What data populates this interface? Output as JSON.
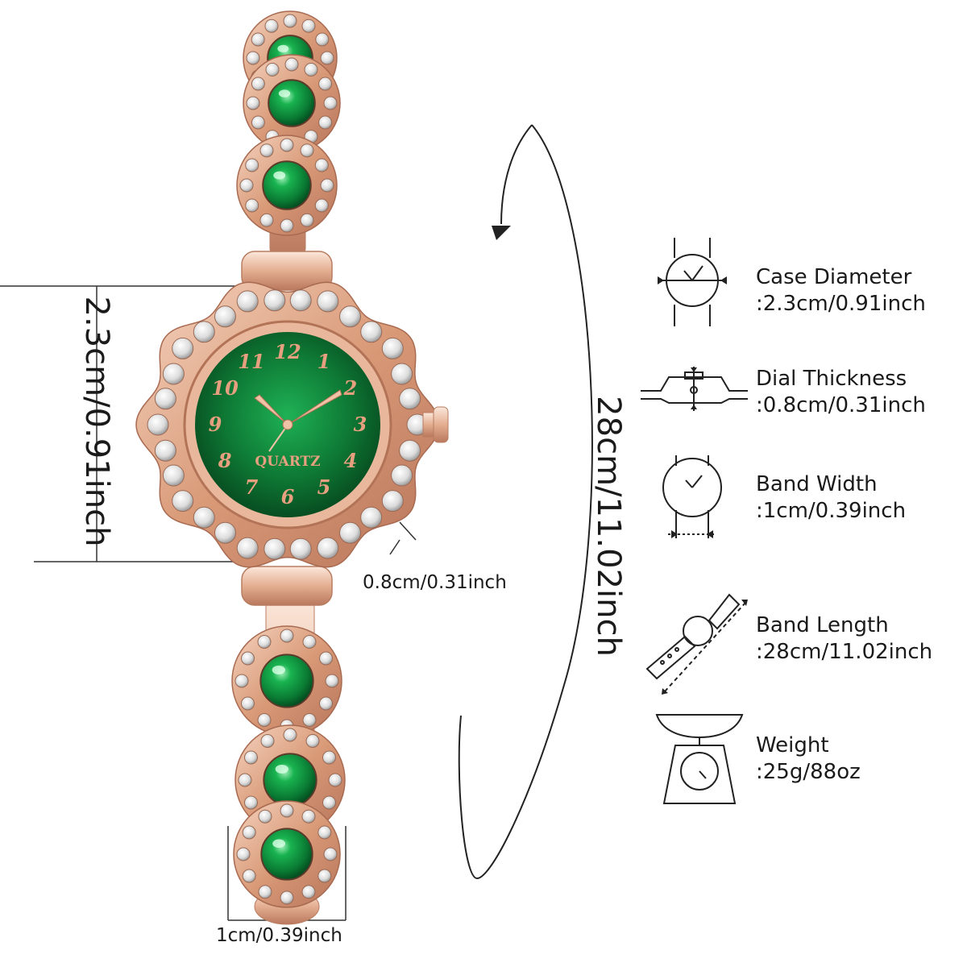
{
  "dimensions": {
    "case_height": "2.3cm/0.91inch",
    "thickness": "0.8cm/0.31inch",
    "band_width": "1cm/0.39inch",
    "total_length": "28cm/11.02inch"
  },
  "watch": {
    "brand_text": "QUARTZ",
    "numerals": [
      "12",
      "1",
      "2",
      "3",
      "4",
      "5",
      "6",
      "7",
      "8",
      "9",
      "10",
      "11"
    ],
    "colors": {
      "dial": "#0e7a35",
      "rose_gold": "#e6b59a",
      "gem": "#0a8a3c"
    }
  },
  "specs": [
    {
      "icon": "case-diameter-icon",
      "label": "Case Diameter",
      "value": ":2.3cm/0.91inch"
    },
    {
      "icon": "dial-thickness-icon",
      "label": "Dial Thickness",
      "value": ":0.8cm/0.31inch"
    },
    {
      "icon": "band-width-icon",
      "label": "Band Width",
      "value": ":1cm/0.39inch"
    },
    {
      "icon": "band-length-icon",
      "label": "Band Length",
      "value": ":28cm/11.02inch"
    },
    {
      "icon": "weight-scale-icon",
      "label": "Weight",
      "value": ":25g/88oz"
    }
  ]
}
